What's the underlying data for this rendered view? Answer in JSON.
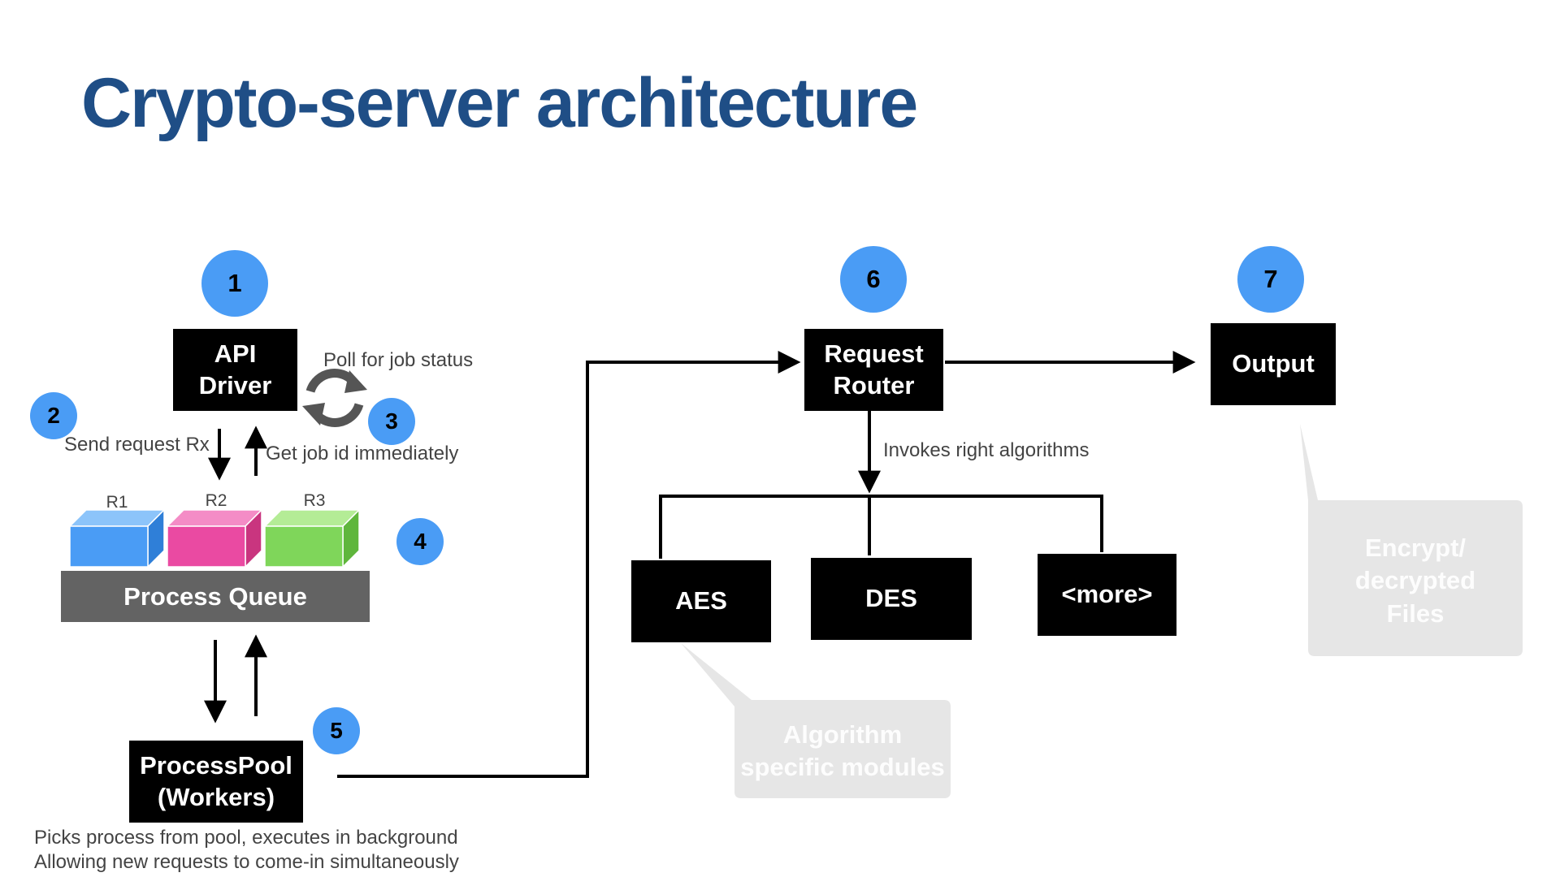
{
  "title": "Crypto-server architecture",
  "badges": {
    "b1": "1",
    "b2": "2",
    "b3": "3",
    "b4": "4",
    "b5": "5",
    "b6": "6",
    "b7": "7"
  },
  "colors": {
    "title": "#1f4e86",
    "badge": "#4a9cf5",
    "box": "#000000",
    "queue": "#636363",
    "cube_r1": "#4a9cf5",
    "cube_r2": "#ea4aa2",
    "cube_r3": "#7fd65a",
    "callout": "#e6e6e6"
  },
  "boxes": {
    "api_driver": "API\nDriver",
    "process_pool": "ProcessPool\n(Workers)",
    "request_router": "Request\nRouter",
    "output": "Output",
    "aes": "AES",
    "des": "DES",
    "more": "<more>"
  },
  "queue": {
    "label": "Process Queue",
    "items": [
      "R1",
      "R2",
      "R3"
    ]
  },
  "labels": {
    "poll": "Poll for job status",
    "send": "Send request Rx",
    "get_job": "Get job id immediately",
    "invokes": "Invokes right algorithms"
  },
  "notes": {
    "line1": "Picks process from pool, executes in background",
    "line2": "Allowing new requests to come-in simultaneously"
  },
  "callouts": {
    "algorithm": "Algorithm\nspecific modules",
    "files": "Encrypt/\ndecrypted\nFiles"
  },
  "icons": {
    "refresh": "refresh-icon"
  }
}
